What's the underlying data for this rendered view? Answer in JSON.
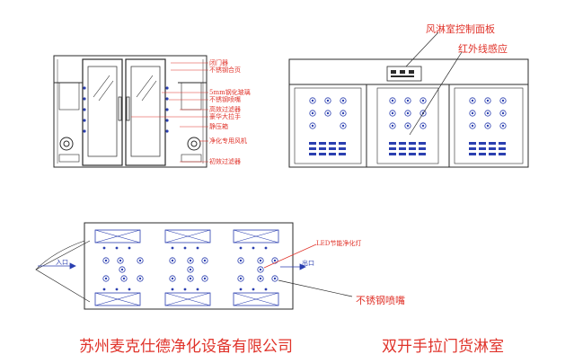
{
  "front_view": {
    "labels": {
      "door_closer": "闭门器",
      "stainless_hinge": "不锈钢合页",
      "tempered_glass": "5mm钢化玻璃",
      "stainless_nozzle": "不锈钢喷嘴",
      "hepa_filter": "高效过滤器",
      "luxury_handle": "豪华大拉手",
      "plenum_box": "静压箱",
      "purification_fan": "净化专用风机",
      "primary_filter": "初效过滤器"
    }
  },
  "side_view": {
    "labels": {
      "control_panel": "风淋室控制面板",
      "infrared_sensor": "红外线感应"
    }
  },
  "plan_view": {
    "labels": {
      "entrance": "入口",
      "exit": "出口",
      "led_light": "LED节能净化灯",
      "stainless_nozzle": "不锈钢喷嘴"
    }
  },
  "footer": {
    "company": "苏州麦克仕德净化设备有限公司",
    "product": "双开手拉门货淋室"
  },
  "colors": {
    "line": "#2a2a2a",
    "annotation": "#e0332a",
    "nozzle": "#2b3fb0"
  }
}
